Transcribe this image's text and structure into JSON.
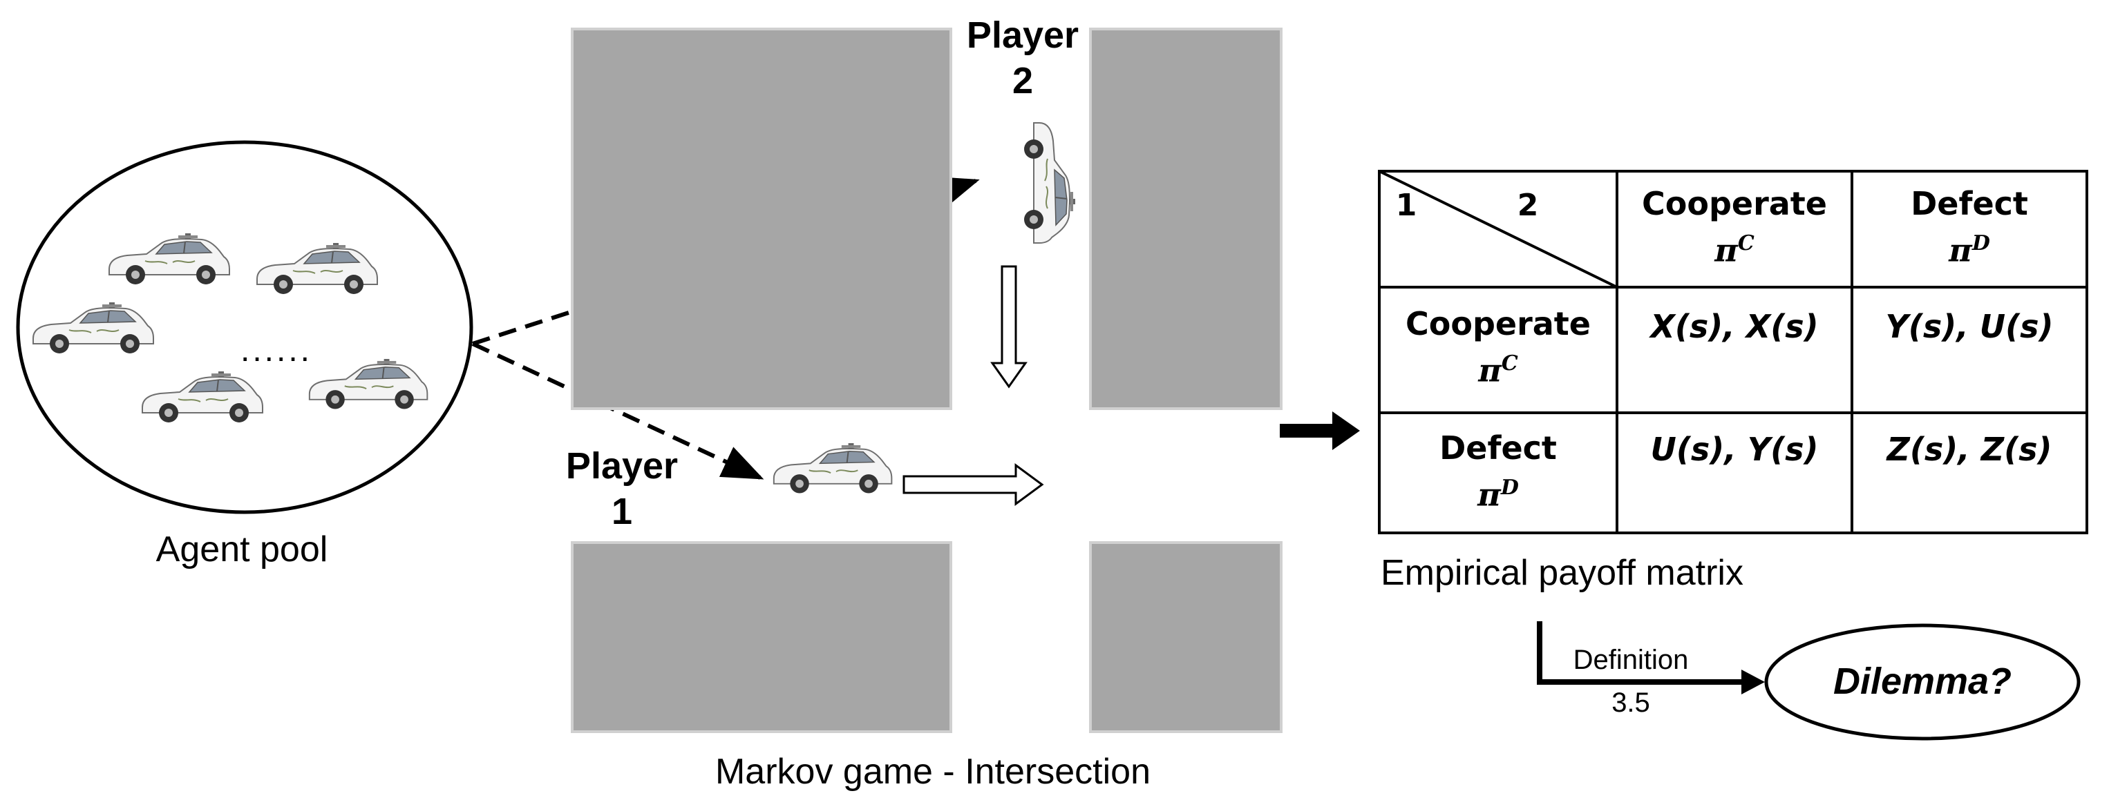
{
  "agent_pool": {
    "label": "Agent pool",
    "dots": "......"
  },
  "markov_game": {
    "caption": "Markov game - Intersection",
    "player1_name": "Player",
    "player1_num": "1",
    "player2_name": "Player",
    "player2_num": "2"
  },
  "payoff_matrix": {
    "caption": "Empirical payoff matrix",
    "corner_row": "1",
    "corner_col": "2",
    "col_headers": [
      {
        "name": "Cooperate",
        "policy": "π",
        "sup": "C"
      },
      {
        "name": "Defect",
        "policy": "π",
        "sup": "D"
      }
    ],
    "row_headers": [
      {
        "name": "Cooperate",
        "policy": "π",
        "sup": "C"
      },
      {
        "name": "Defect",
        "policy": "π",
        "sup": "D"
      }
    ],
    "cells": [
      [
        "X(s), X(s)",
        "Y(s), U(s)"
      ],
      [
        "U(s), Y(s)",
        "Z(s), Z(s)"
      ]
    ]
  },
  "definition": {
    "label": "Definition",
    "number": "3.5",
    "result": "Dilemma?"
  },
  "colors": {
    "road_block": "#a6a6a6",
    "road_block_edge": "#d0d0d0",
    "car_body": "#f4f4f4",
    "stroke": "#000000"
  },
  "icons": [
    "car-icon",
    "dashed-arrow",
    "hollow-arrow",
    "solid-arrow"
  ]
}
